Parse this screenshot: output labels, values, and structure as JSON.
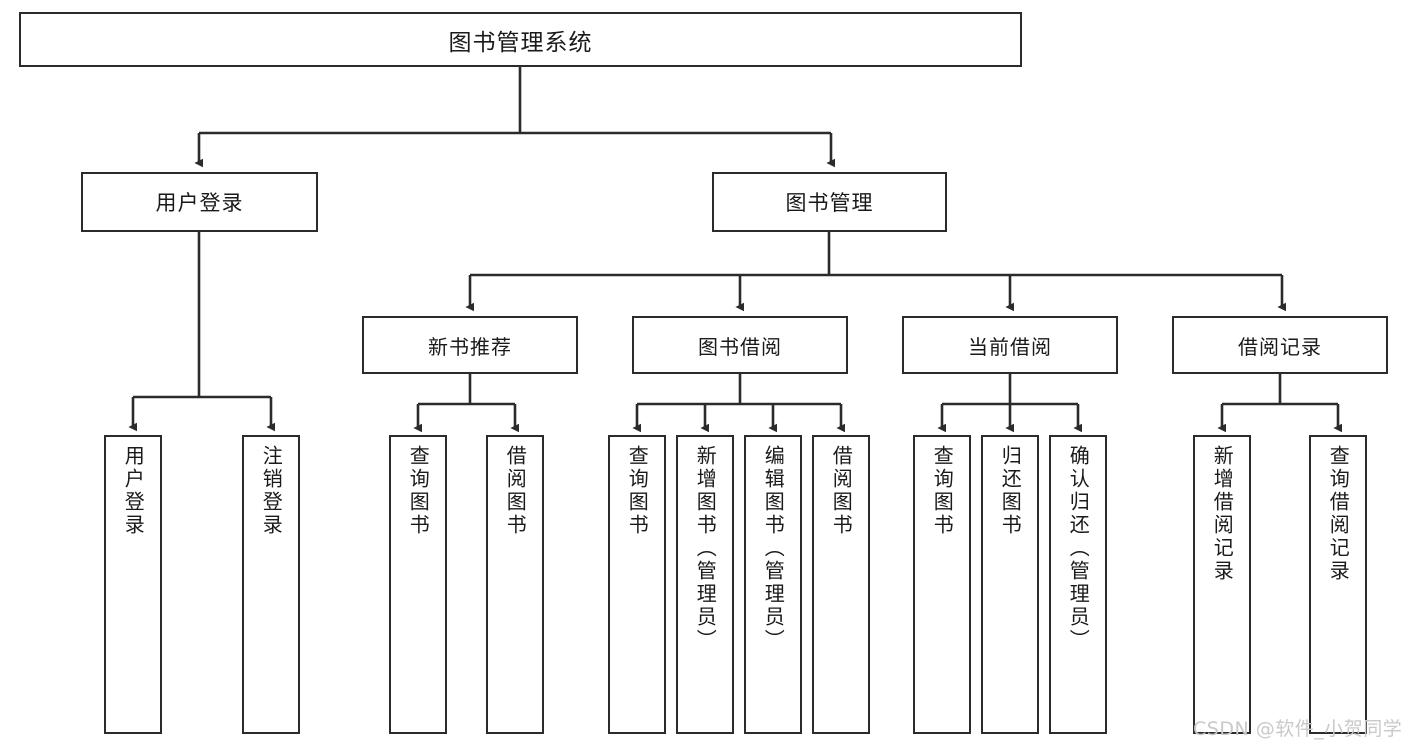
{
  "diagram": {
    "title": "图书管理系统",
    "root": {
      "id": "root",
      "label": "图书管理系统"
    },
    "level1": [
      {
        "id": "user-login",
        "label": "用户登录"
      },
      {
        "id": "book-manage",
        "label": "图书管理"
      }
    ],
    "level2": [
      {
        "id": "new-book-recommend",
        "label": "新书推荐",
        "parent": "book-manage"
      },
      {
        "id": "book-borrow",
        "label": "图书借阅",
        "parent": "book-manage"
      },
      {
        "id": "current-borrow",
        "label": "当前借阅",
        "parent": "book-manage"
      },
      {
        "id": "borrow-record",
        "label": "借阅记录",
        "parent": "book-manage"
      }
    ],
    "leaves": [
      {
        "id": "leaf-user-login",
        "label": "用户登录",
        "parent": "user-login"
      },
      {
        "id": "leaf-logout-login",
        "label": "注销登录",
        "parent": "user-login"
      },
      {
        "id": "leaf-query-book-1",
        "label": "查询图书",
        "parent": "new-book-recommend"
      },
      {
        "id": "leaf-borrow-book-1",
        "label": "借阅图书",
        "parent": "new-book-recommend"
      },
      {
        "id": "leaf-query-book-2",
        "label": "查询图书",
        "parent": "book-borrow"
      },
      {
        "id": "leaf-add-book",
        "label": "新增图书（管理员）",
        "parent": "book-borrow"
      },
      {
        "id": "leaf-edit-book",
        "label": "编辑图书（管理员）",
        "parent": "book-borrow"
      },
      {
        "id": "leaf-borrow-book-2",
        "label": "借阅图书",
        "parent": "book-borrow"
      },
      {
        "id": "leaf-query-book-3",
        "label": "查询图书",
        "parent": "current-borrow"
      },
      {
        "id": "leaf-return-book",
        "label": "归还图书",
        "parent": "current-borrow"
      },
      {
        "id": "leaf-confirm-return",
        "label": "确认归还（管理员）",
        "parent": "current-borrow"
      },
      {
        "id": "leaf-add-record",
        "label": "新增借阅记录",
        "parent": "borrow-record"
      },
      {
        "id": "leaf-query-record",
        "label": "查询借阅记录",
        "parent": "borrow-record"
      }
    ],
    "colors": {
      "stroke": "#2b2b2b",
      "fill": "#ffffff",
      "text": "#1a1a1a",
      "watermark": "#c9c9c9"
    }
  },
  "watermark": {
    "text": "CSDN @软件_小贺同学"
  }
}
